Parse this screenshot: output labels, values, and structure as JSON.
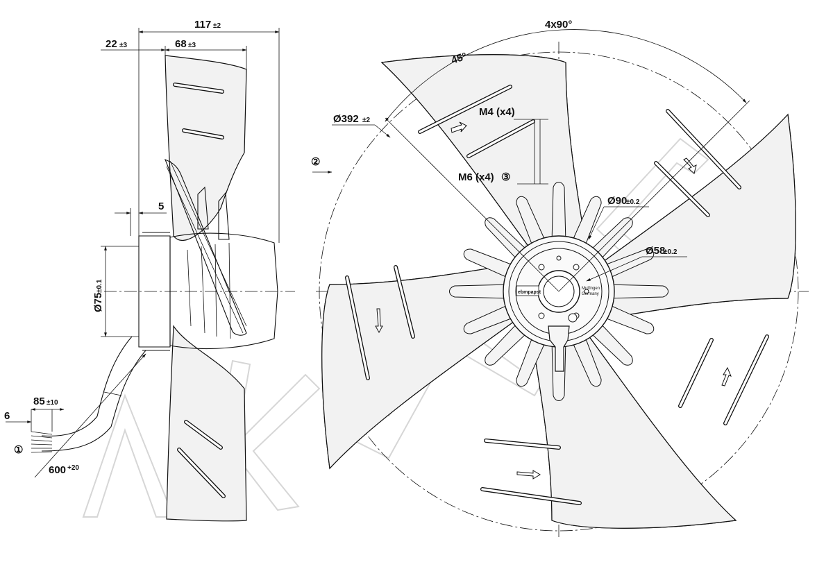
{
  "side_view": {
    "dim_overall_width": "117",
    "dim_overall_width_tol": "±2",
    "dim_hub_offset": "22",
    "dim_hub_offset_tol": "±3",
    "dim_blade_width": "68",
    "dim_blade_width_tol": "±3",
    "dim_flange": "5",
    "dim_motor_diameter": "Ø75",
    "dim_motor_diameter_tol": "±0.1",
    "dim_strip_length": "6",
    "dim_lead_end": "85",
    "dim_lead_end_tol": "±10",
    "dim_cable_length": "600",
    "dim_cable_length_tol": "+20",
    "callout_cable": "①"
  },
  "front_view": {
    "dim_blade_pitch": "4x90°",
    "dim_angle": "45°",
    "dim_outer_diameter": "Ø392",
    "dim_outer_diameter_tol": "±2",
    "thread_small": "M4 (x4)",
    "thread_large": "M6 (x4)",
    "callout_thread": "③",
    "dim_bolt_circle": "Ø90",
    "dim_bolt_circle_tol": "±0.2",
    "dim_inner_circle": "Ø58",
    "dim_inner_circle_tol": "±0.2",
    "callout_airflow": "②",
    "hub_brand": "ebmpapst",
    "hub_origin_line1": "Mulfingen",
    "hub_origin_line2": "Germany"
  },
  "watermark_text": "ANKAG"
}
